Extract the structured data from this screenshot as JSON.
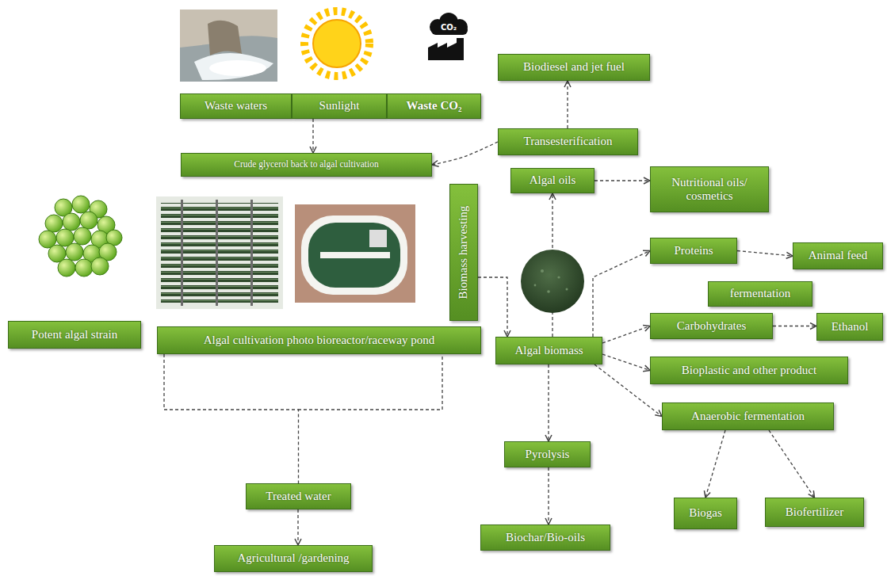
{
  "diagram": {
    "nodes": [
      {
        "text": [
          "Waste waters"
        ]
      },
      {
        "text": [
          "Sunlight"
        ]
      },
      {
        "text": [
          "Waste CO₂"
        ]
      },
      {
        "text": [
          "Crude glycerol back to algal cultivation"
        ]
      },
      {
        "text": [
          "Biodiesel and jet fuel"
        ]
      },
      {
        "text": [
          "Transesterification"
        ]
      },
      {
        "text": [
          "Algal oils"
        ]
      },
      {
        "text": [
          "Nutritional oils/ cosmetics"
        ]
      },
      {
        "text": [
          "Proteins"
        ]
      },
      {
        "text": [
          "Animal feed"
        ]
      },
      {
        "text": [
          "fermentation"
        ]
      },
      {
        "text": [
          "Potent algal strain"
        ]
      },
      {
        "text": [
          "Algal cultivation photo bioreactor/raceway pond"
        ]
      },
      {
        "text": [
          "Biomass harvesting"
        ]
      },
      {
        "text": [
          "Carbohydrates"
        ]
      },
      {
        "text": [
          "Ethanol"
        ]
      },
      {
        "text": [
          "Algal biomass"
        ]
      },
      {
        "text": [
          "Bioplastic and other product"
        ]
      },
      {
        "text": [
          "Anaerobic fermentation"
        ]
      },
      {
        "text": [
          "Pyrolysis"
        ]
      },
      {
        "text": [
          "Treated water"
        ]
      },
      {
        "text": [
          "Biogas"
        ]
      },
      {
        "text": [
          "Biofertilizer"
        ]
      },
      {
        "text": [
          "Biochar/Bio-oils"
        ]
      },
      {
        "text": [
          "Agricultural /gardening"
        ]
      }
    ],
    "edges": [
      {
        "from": 1,
        "to": 3,
        "arrow": "to"
      },
      {
        "from": 5,
        "to": 4,
        "arrow": "to"
      },
      {
        "from": 5,
        "to": 3,
        "arrow": "to"
      },
      {
        "from": 6,
        "to": 7,
        "arrow": "to"
      },
      {
        "from": 16,
        "to": 6,
        "arrow": "to"
      },
      {
        "from": 8,
        "to": 9,
        "arrow": "to"
      },
      {
        "from": 16,
        "to": 8,
        "arrow": "to"
      },
      {
        "from": 13,
        "to": 16,
        "arrow": "to"
      },
      {
        "from": 16,
        "to": 14,
        "arrow": "to"
      },
      {
        "from": 14,
        "to": 15,
        "arrow": "to"
      },
      {
        "from": 16,
        "to": 17,
        "arrow": "to"
      },
      {
        "from": 16,
        "to": 18,
        "arrow": "to"
      },
      {
        "from": 16,
        "to": 19,
        "arrow": "to"
      },
      {
        "from": 19,
        "to": 23,
        "arrow": "to"
      },
      {
        "from": 18,
        "to": 21,
        "arrow": "to"
      },
      {
        "from": 18,
        "to": 22,
        "arrow": "to"
      },
      {
        "from": 12,
        "to": 20,
        "arrow": "none"
      },
      {
        "from": 20,
        "to": 24,
        "arrow": "to"
      }
    ],
    "labels": [
      "CO₂"
    ]
  }
}
